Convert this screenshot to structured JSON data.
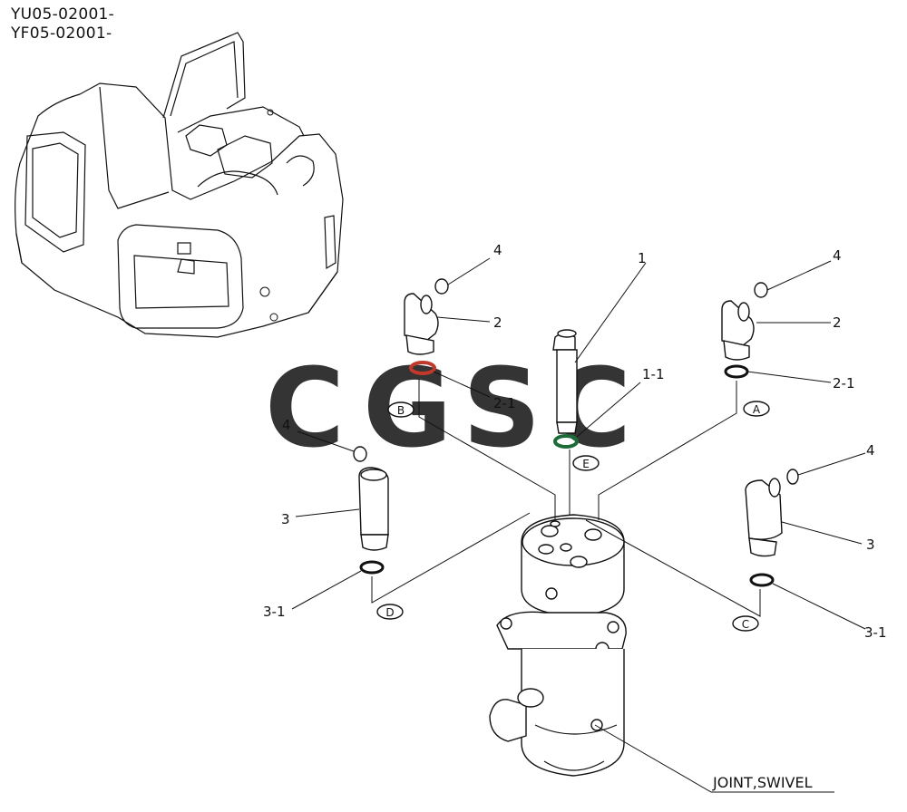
{
  "header": {
    "serial_1": "YU05-02001-",
    "serial_2": "YF05-02001-"
  },
  "callouts": {
    "c1": "1",
    "c1_1": "1-1",
    "c2_left": "2",
    "c2_right": "2",
    "c2_1_left": "2-1",
    "c2_1_right": "2-1",
    "c3_left": "3",
    "c3_right": "3",
    "c3_1_left": "3-1",
    "c3_1_right": "3-1",
    "c4_top_left": "4",
    "c4_top_right": "4",
    "c4_mid_left": "4",
    "c4_mid_right": "4"
  },
  "ports": {
    "a": "A",
    "b": "B",
    "c": "C",
    "d": "D",
    "e": "E"
  },
  "part_name": "JOINT,SWIVEL",
  "watermark": {
    "text": "CGSC",
    "colors": [
      "#5b9cf4",
      "#ef6b61",
      "#f6d04d",
      "#3aa26b"
    ]
  },
  "colors": {
    "line": "#111111",
    "oring_red": "#c0392b",
    "oring_green": "#1e6b3a"
  }
}
